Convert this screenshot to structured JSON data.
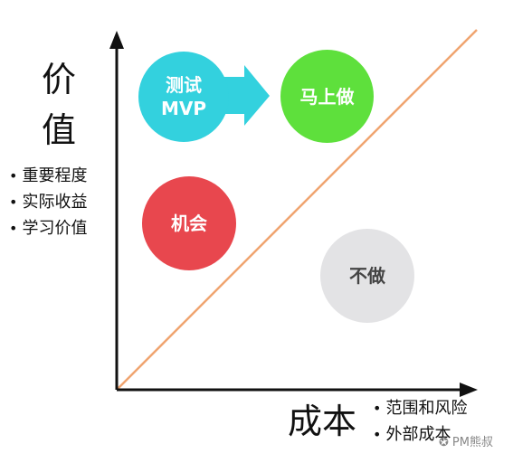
{
  "diagram": {
    "y_axis_title": "价值",
    "y_axis_points": [
      "重要程度",
      "实际收益",
      "学习价值"
    ],
    "x_axis_title": "成本",
    "x_axis_points": [
      "范围和风险",
      "外部成本"
    ],
    "bubbles": {
      "test_mvp": "测试\nMVP",
      "do_now": "马上做",
      "opportunity": "机会",
      "dont_do": "不做"
    },
    "colors": {
      "test_mvp": "#33d1de",
      "do_now": "#5ee03c",
      "opportunity": "#e8474e",
      "dont_do": "#e3e3e5",
      "dont_do_text": "#444444",
      "diagonal": "#f0a470",
      "axis": "#111111"
    },
    "watermark": "PM熊叔"
  }
}
